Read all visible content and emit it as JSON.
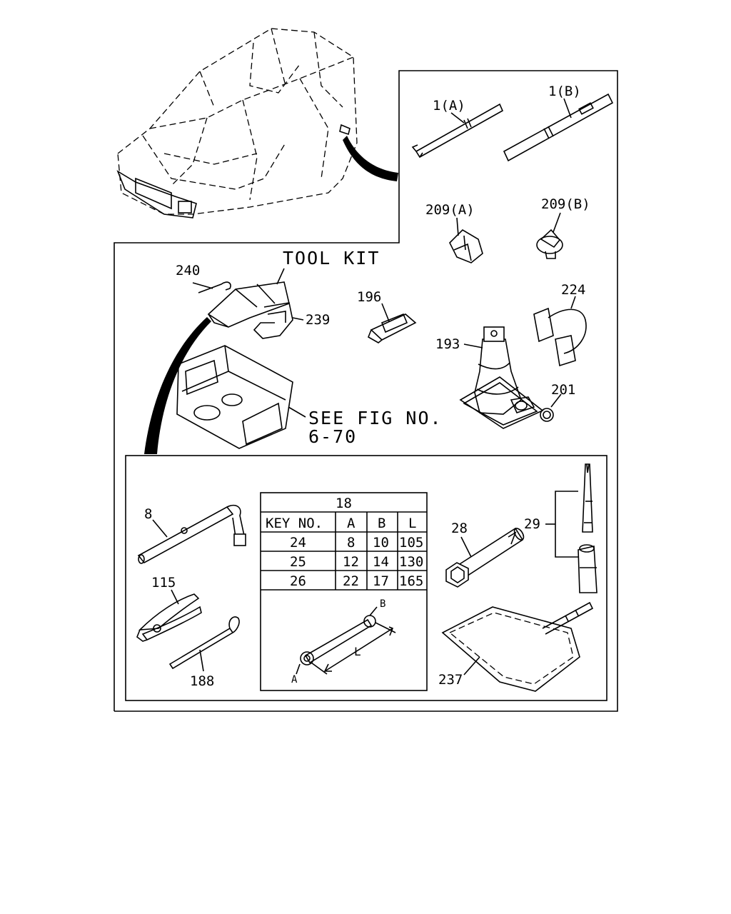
{
  "section_title": "TOOL KIT",
  "see_fig": {
    "line1": "SEE FIG NO.",
    "line2": "6-70"
  },
  "parts": {
    "p1a": "1(A)",
    "p1b": "1(B)",
    "p209a": "209(A)",
    "p209b": "209(B)",
    "p240": "240",
    "p239": "239",
    "p196": "196",
    "p224": "224",
    "p193": "193",
    "p201": "201",
    "p8": "8",
    "p115": "115",
    "p188": "188",
    "p28": "28",
    "p29": "29",
    "p237": "237"
  },
  "wrench_table": {
    "title": "18",
    "headers": [
      "KEY NO.",
      "A",
      "B",
      "L"
    ],
    "rows": [
      [
        "24",
        "8",
        "10",
        "105"
      ],
      [
        "25",
        "12",
        "14",
        "130"
      ],
      [
        "26",
        "22",
        "17",
        "165"
      ]
    ],
    "dim_labels": {
      "a": "A",
      "b": "B",
      "l": "L"
    }
  }
}
